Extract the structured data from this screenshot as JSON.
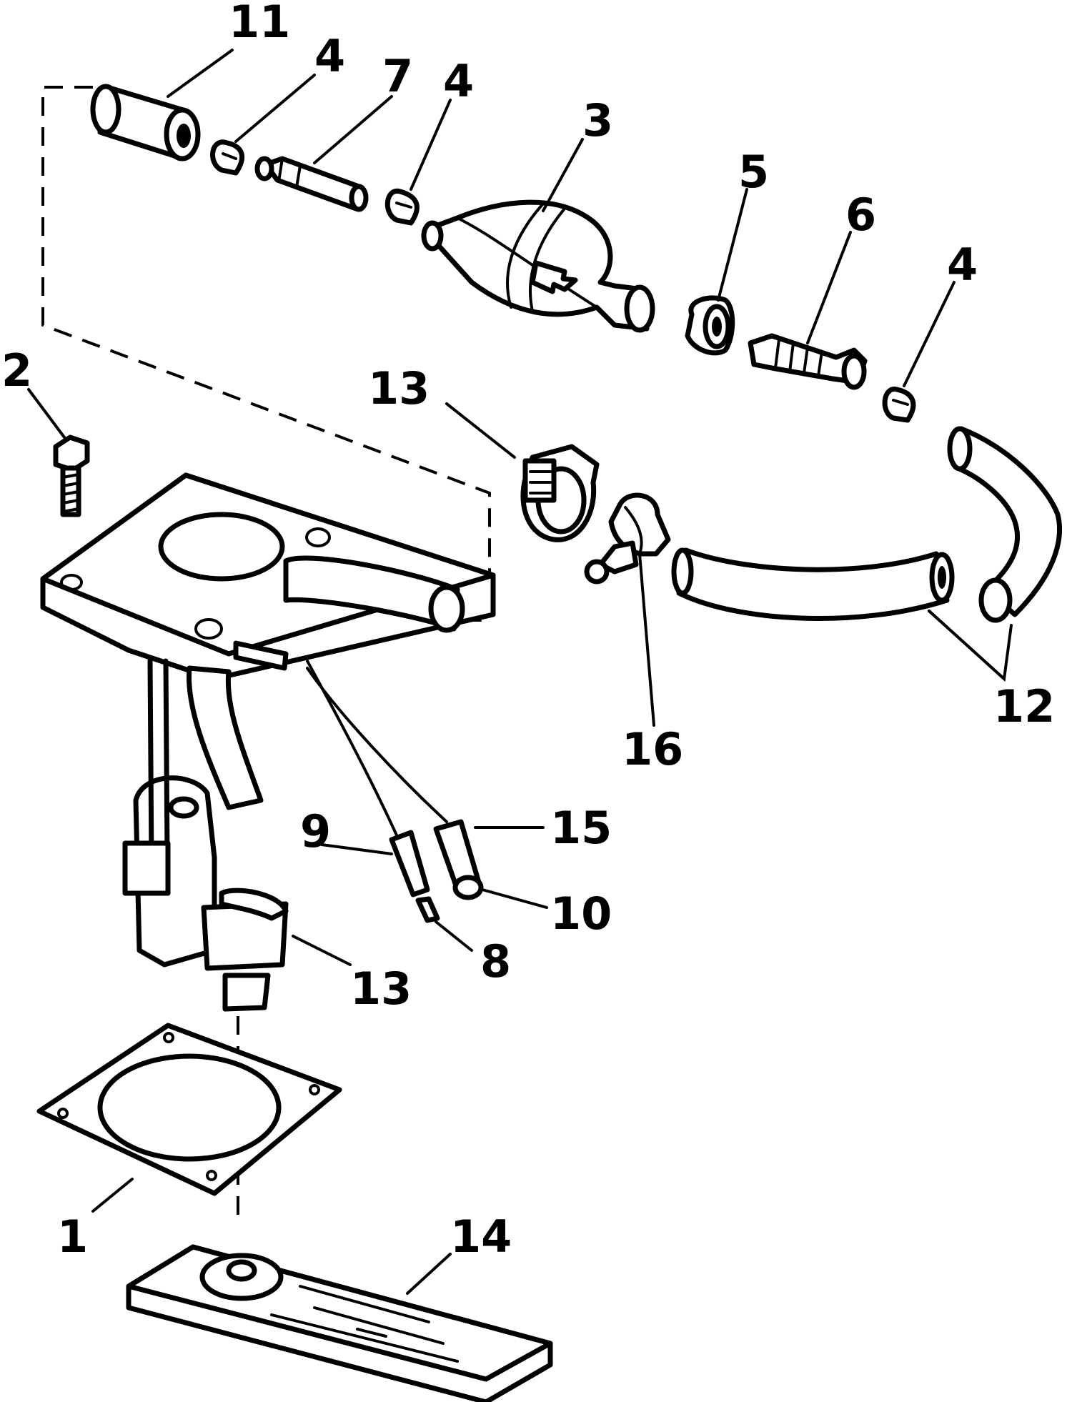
{
  "callouts": {
    "c1": "1",
    "c2": "2",
    "c3": "3",
    "c4a": "4",
    "c4b": "4",
    "c4c": "4",
    "c5": "5",
    "c6": "6",
    "c7": "7",
    "c8": "8",
    "c9": "9",
    "c10": "10",
    "c11": "11",
    "c12": "12",
    "c13a": "13",
    "c13b": "13",
    "c14": "14",
    "c15": "15",
    "c16": "16"
  },
  "colors": {
    "ink": "#000000",
    "paper": "#ffffff"
  }
}
